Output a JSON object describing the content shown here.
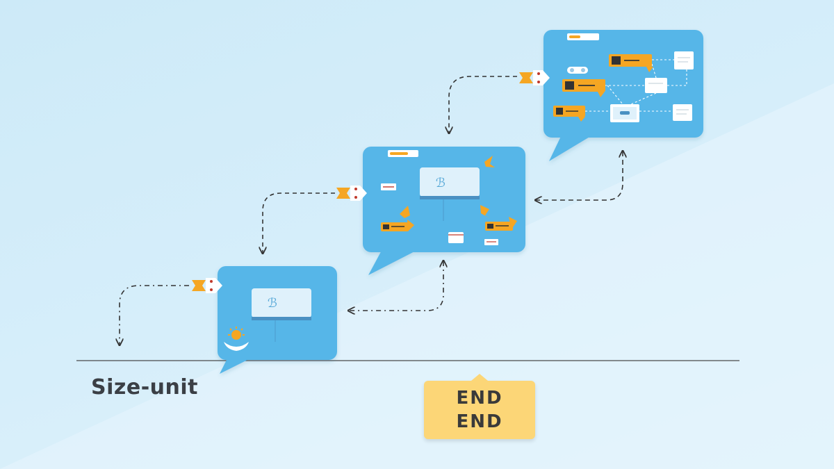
{
  "diagram": {
    "axis_label": "Size-unit",
    "end_lines": [
      "END",
      "END"
    ]
  },
  "colors": {
    "background": "#d6eefa",
    "bubble": "#56b6e8",
    "accent": "#f5a623",
    "screen": "#dff1fb",
    "arrow": "#333333",
    "end_box": "#fcd677"
  },
  "bubbles": [
    {
      "name": "bubble-small",
      "icons": [
        "screen-icon",
        "sun-flower-icon"
      ]
    },
    {
      "name": "bubble-medium",
      "icons": [
        "screen-icon",
        "bird-icon",
        "card-icon"
      ]
    },
    {
      "name": "bubble-large",
      "icons": [
        "network-diagram-icon",
        "card-icon",
        "document-icon"
      ]
    }
  ]
}
